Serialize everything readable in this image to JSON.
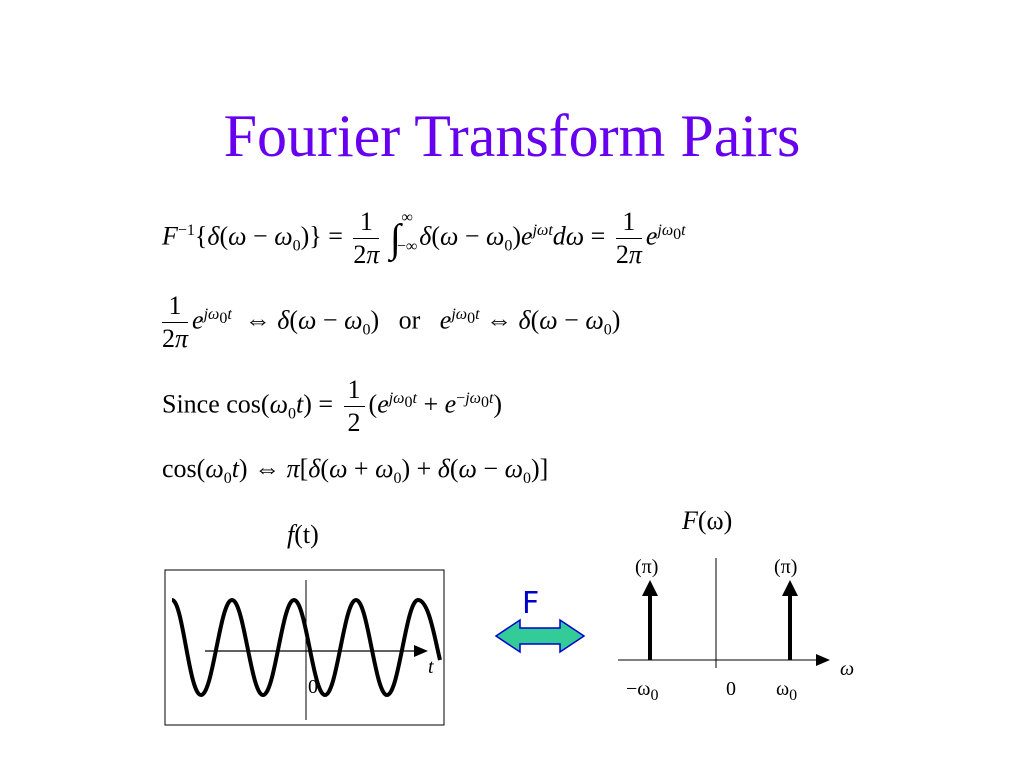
{
  "title": "Fourier Transform Pairs",
  "equations": {
    "eq1": "F⁻¹{δ(ω − ω₀)} = (1/2π) ∫₋∞^∞ δ(ω − ω₀) e^{jωt} dω = (1/2π) e^{jω₀t}",
    "eq2_connector": "or",
    "eq3_prefix": "Since",
    "eq4": "cos(ω₀t) ⇔ π[δ(ω + ω₀) + δ(ω − ω₀)]"
  },
  "left_plot": {
    "label": "f(t)",
    "axis_label": "t",
    "origin_label": "0"
  },
  "transform_label": "F",
  "right_plot": {
    "label": "F(ω)",
    "axis_label": "ω",
    "impulse_weight_left": "(π)",
    "impulse_weight_right": "(π)",
    "tick_neg": "−ω0",
    "tick_zero": "0",
    "tick_pos": "ω0"
  },
  "colors": {
    "title": "#6600ee",
    "arrow_fill": "#33cc99",
    "arrow_stroke": "#0000cc",
    "transform_label": "#0000cc"
  }
}
